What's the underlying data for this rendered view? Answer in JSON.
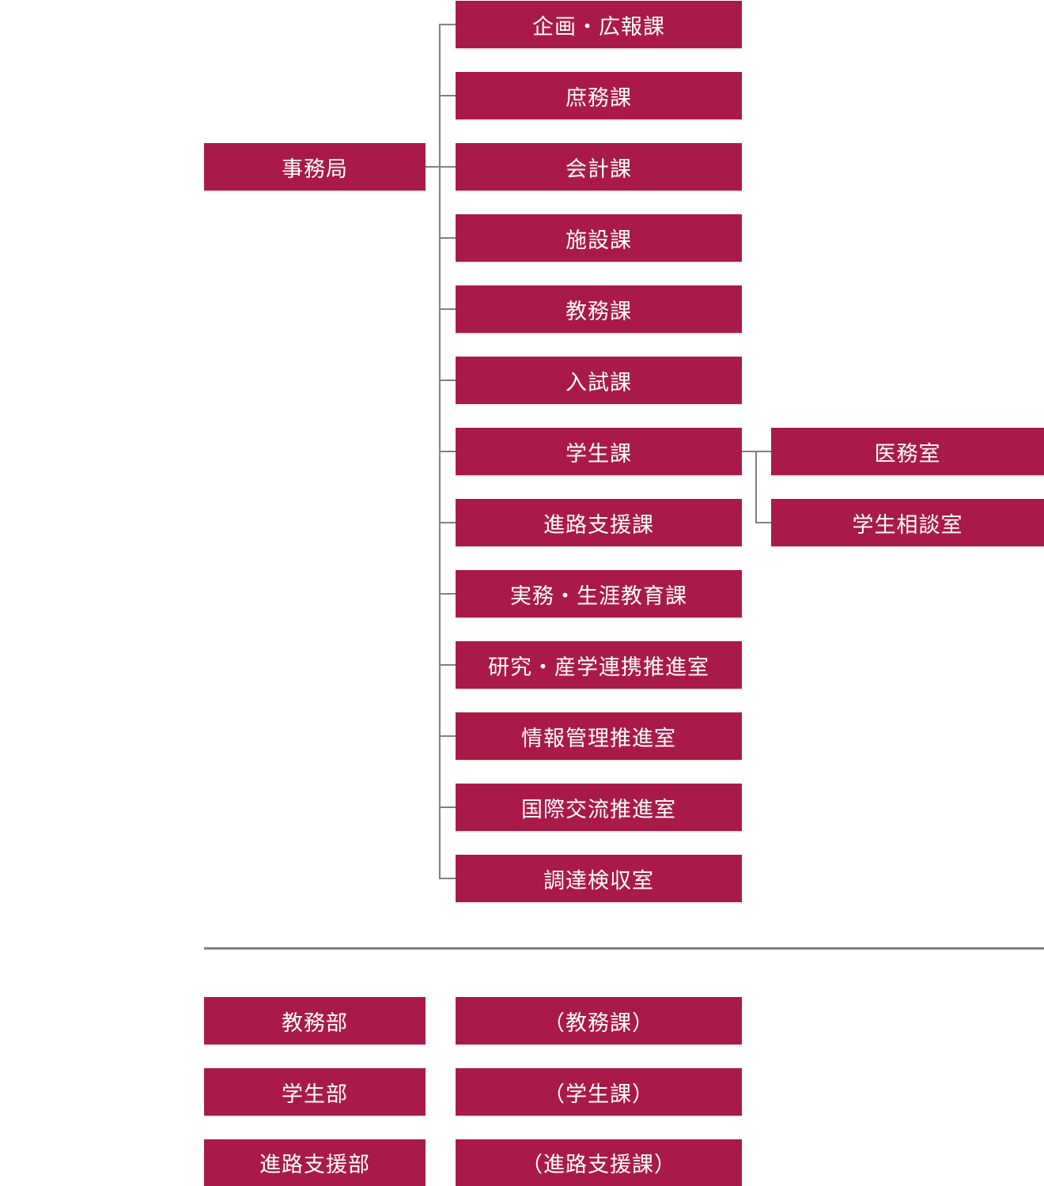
{
  "colors": {
    "box": "#a91a48",
    "line": "#808080",
    "text": "#ffffff"
  },
  "root": {
    "label": "事務局"
  },
  "sections": [
    {
      "label": "企画・広報課"
    },
    {
      "label": "庶務課"
    },
    {
      "label": "会計課"
    },
    {
      "label": "施設課"
    },
    {
      "label": "教務課"
    },
    {
      "label": "入試課"
    },
    {
      "label": "学生課"
    },
    {
      "label": "進路支援課"
    },
    {
      "label": "実務・生涯教育課"
    },
    {
      "label": "研究・産学連携推進室"
    },
    {
      "label": "情報管理推進室"
    },
    {
      "label": "国際交流推進室"
    },
    {
      "label": "調達検収室"
    }
  ],
  "sub_sections": [
    {
      "label": "医務室"
    },
    {
      "label": "学生相談室"
    }
  ],
  "departments": [
    {
      "label": "教務部",
      "related": "（教務課）"
    },
    {
      "label": "学生部",
      "related": "（学生課）"
    },
    {
      "label": "進路支援部",
      "related": "（進路支援課）"
    }
  ]
}
